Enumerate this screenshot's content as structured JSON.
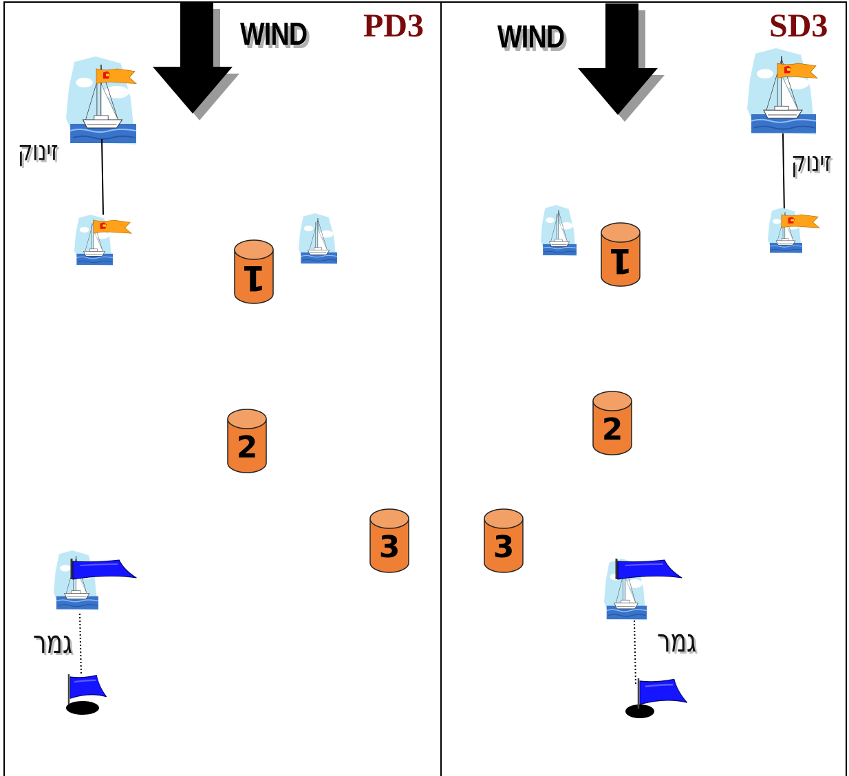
{
  "panels": [
    {
      "code": "PD3",
      "wind_label": "WIND",
      "start_label": "זינוק",
      "finish_label": "גמר",
      "marks": [
        "1",
        "2",
        "3"
      ]
    },
    {
      "code": "SD3",
      "wind_label": "WIND",
      "start_label": "זינוק",
      "finish_label": "גמר",
      "marks": [
        "1",
        "2",
        "3"
      ]
    }
  ],
  "colors": {
    "mark_fill": "#ee7f35",
    "mark_top": "#f2a066",
    "code_text": "#7a0a0a",
    "start_flag": "#ffa21a",
    "finish_flag": "#1515ff"
  }
}
